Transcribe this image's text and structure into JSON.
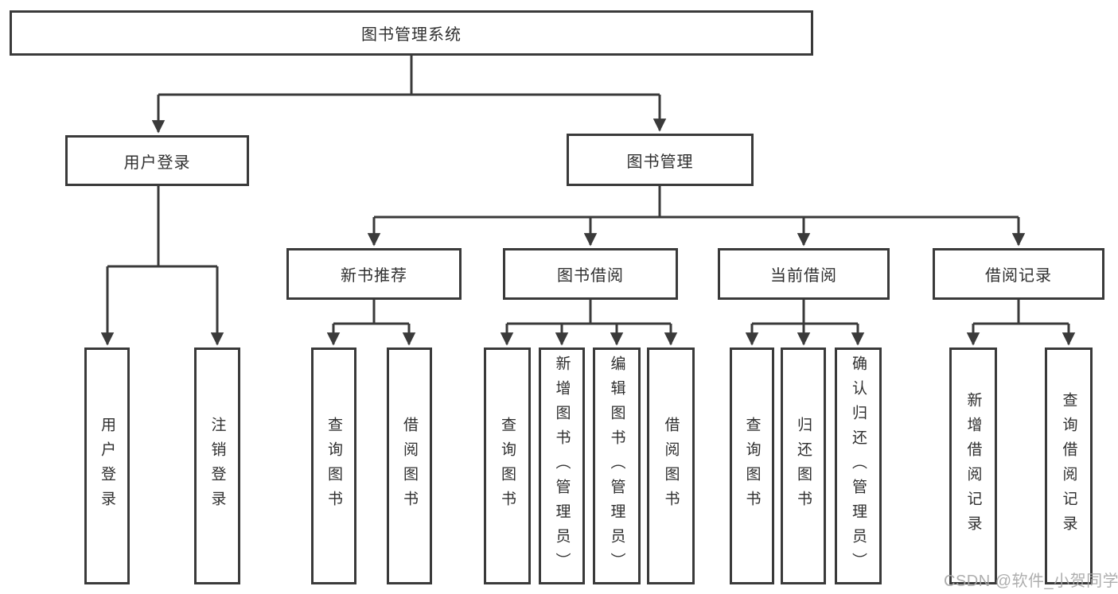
{
  "diagram": {
    "title": "图书管理系统",
    "branches": [
      {
        "label": "用户登录",
        "children": [
          "用户登录",
          "注销登录"
        ]
      },
      {
        "label": "图书管理",
        "modules": [
          {
            "label": "新书推荐",
            "children": [
              "查询图书",
              "借阅图书"
            ]
          },
          {
            "label": "图书借阅",
            "children": [
              "查询图书",
              "新增图书（管理员）",
              "编辑图书（管理员）",
              "借阅图书"
            ]
          },
          {
            "label": "当前借阅",
            "children": [
              "查询图书",
              "归还图书",
              "确认归还（管理员）"
            ]
          },
          {
            "label": "借阅记录",
            "children": [
              "新增借阅记录",
              "查询借阅记录"
            ]
          }
        ]
      }
    ]
  },
  "watermark": {
    "text": "CSDN @软件_小贺同学"
  },
  "colors": {
    "line": "#3a3a3a",
    "text": "#2f2f2f",
    "background": "#ffffff",
    "watermark": "#a6a6a6"
  }
}
